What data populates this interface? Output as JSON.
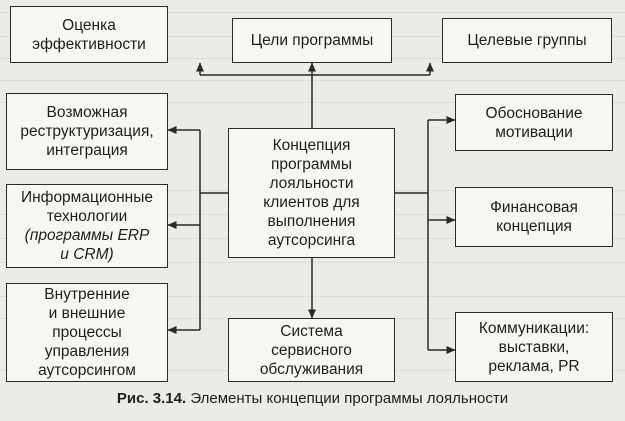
{
  "boxes": {
    "efficiency": [
      "Оценка",
      "эффективности"
    ],
    "goals": [
      "Цели программы"
    ],
    "target_groups": [
      "Целевые группы"
    ],
    "restructuring": [
      "Возможная",
      "реструктуризация,",
      "интеграция"
    ],
    "center": [
      "Концепция",
      "программы",
      "лояльности",
      "клиентов для",
      "выполнения",
      "аутсорсинга"
    ],
    "motivation": [
      "Обоснование",
      "мотивации"
    ],
    "it": [
      "Информационные",
      "технологии",
      "(программы ERP",
      "и CRM)"
    ],
    "finance": [
      "Финансовая",
      "концепция"
    ],
    "processes": [
      "Внутренние",
      "и внешние",
      "процессы",
      "управления",
      "аутсорсингом"
    ],
    "service": [
      "Система",
      "сервисного",
      "обслуживания"
    ],
    "communications": [
      "Коммуникации:",
      "выставки,",
      "реклама, PR"
    ]
  },
  "caption": {
    "figure": "Рис. 3.14.",
    "text": "Элементы концепции программы лояльности"
  }
}
